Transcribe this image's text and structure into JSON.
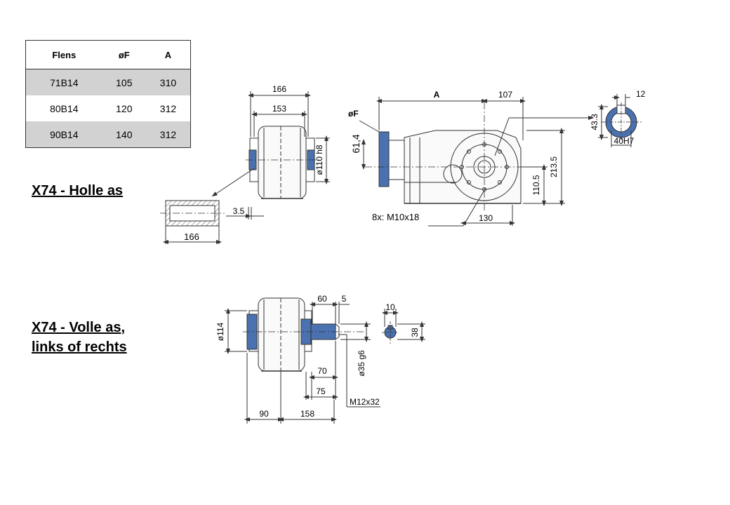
{
  "table": {
    "headers": [
      "Flens",
      "øF",
      "A"
    ],
    "rows": [
      [
        "71B14",
        "105",
        "310"
      ],
      [
        "80B14",
        "120",
        "312"
      ],
      [
        "90B14",
        "140",
        "312"
      ]
    ]
  },
  "titles": {
    "hollow": "X74 - Holle as",
    "solid_line1": "X74 - Volle as,",
    "solid_line2": "links of rechts"
  },
  "dims": {
    "d166_top": "166",
    "d153": "153",
    "d110h8": "ø110 h8",
    "d3_5": "3.5",
    "d166_shaft": "166",
    "dA": "A",
    "d107": "107",
    "dF": "øF",
    "d61_4": "61,4",
    "d110_5": "110.5",
    "d213_5": "213.5",
    "d130": "130",
    "bolts": "8x: M10x18",
    "d12": "12",
    "d43_3": "43.3",
    "d40H7": "40H7",
    "d60": "60",
    "d5": "5",
    "d114": "ø114",
    "d70": "70",
    "d75": "75",
    "d35g6": "ø35 g6",
    "dM12": "M12x32",
    "d90": "90",
    "d158": "158",
    "d10": "10",
    "d38": "38"
  },
  "colors": {
    "part_blue": "#4a72b0",
    "line": "#333333",
    "table_shade": "#d2d2d2"
  }
}
